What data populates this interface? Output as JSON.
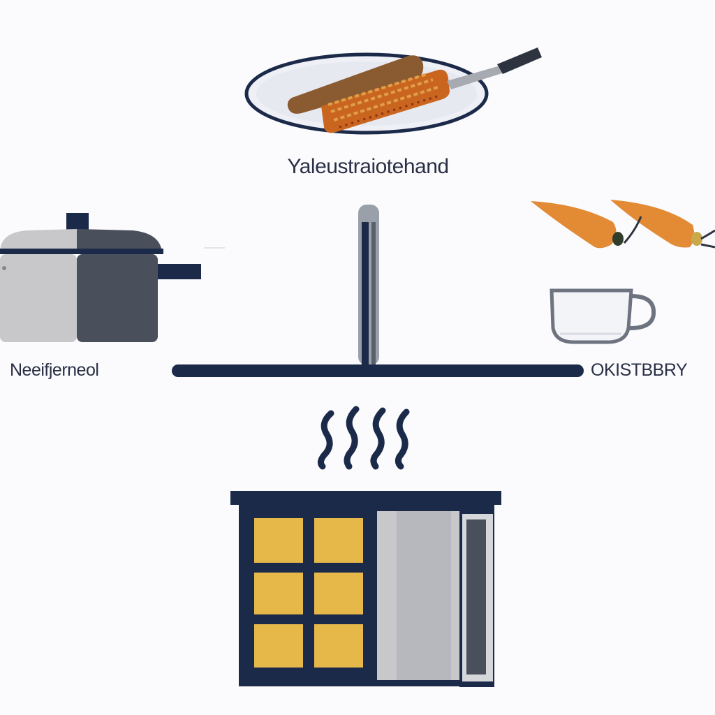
{
  "labels": {
    "top": "Yaleustraiotehand",
    "left": "Neeifjerneol",
    "right": "OKISTBBRY"
  },
  "icons": {
    "top": "plate-with-food-and-knife-icon",
    "left": "cooking-pot-icon",
    "center": "vertical-pole-icon",
    "right_top": "carrots-icon",
    "right_bottom": "cup-icon",
    "steam": "steam-icon",
    "bottom": "kitchen-cabinet-icon"
  },
  "colors": {
    "navy": "#1c2a4a",
    "gold": "#e6b84a",
    "carrot": "#e38a34",
    "pot_light": "#c8c8cb",
    "pot_dark": "#4a4f5c",
    "background": "#fbfbfd"
  }
}
